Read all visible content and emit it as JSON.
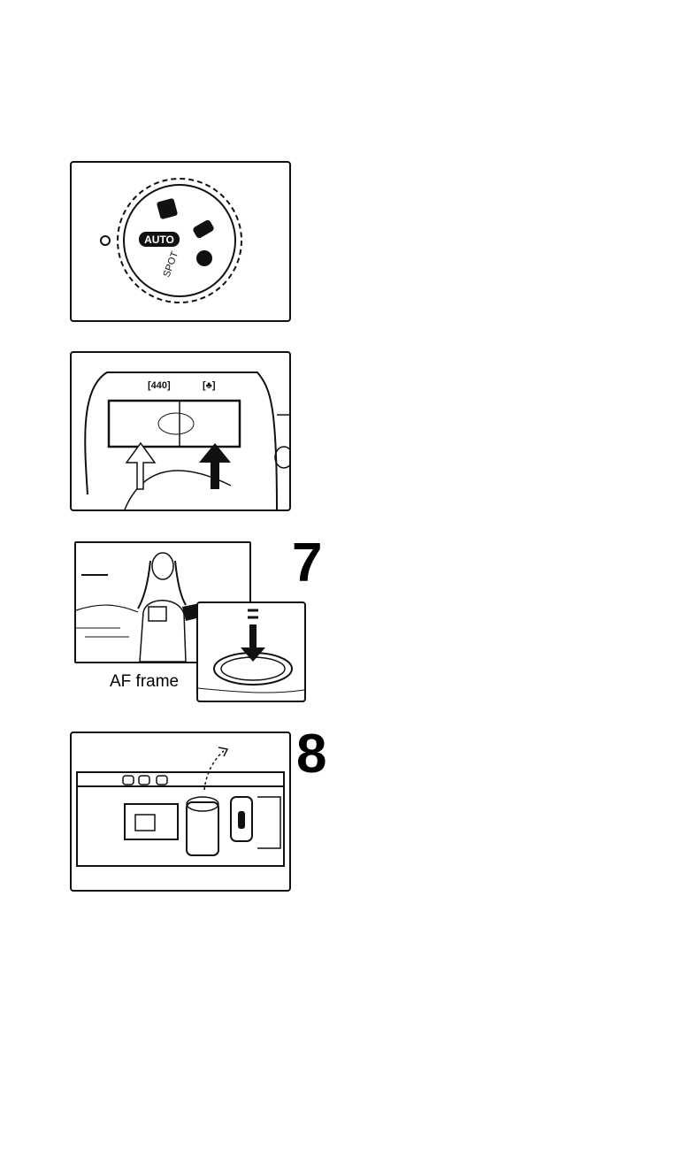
{
  "dial": {
    "labels": {
      "auto": "AUTO",
      "spot": "SPOT"
    }
  },
  "viewfinder": {
    "labels": {
      "left": "[440]",
      "right": "[♣]"
    }
  },
  "steps": [
    {
      "number": "7",
      "caption": "AF frame"
    },
    {
      "number": "8"
    }
  ]
}
